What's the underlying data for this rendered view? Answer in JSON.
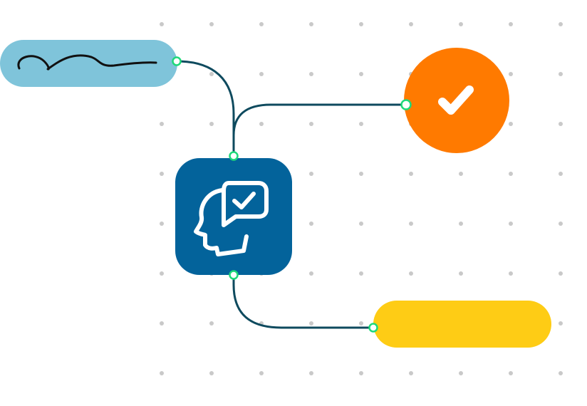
{
  "diagram": {
    "nodes": [
      {
        "id": "signature",
        "shape": "pill",
        "color": "#7FC4DA",
        "content": "handwritten-squiggle"
      },
      {
        "id": "check-circle",
        "shape": "circle",
        "color": "#FF7A00",
        "icon": "checkmark-icon"
      },
      {
        "id": "center",
        "shape": "rounded-square",
        "color": "#03639B",
        "icon": "head-speech-check-icon"
      },
      {
        "id": "placeholder-pill",
        "shape": "pill",
        "color": "#FECC15"
      }
    ],
    "edges": [
      {
        "from": "center",
        "to": "signature"
      },
      {
        "from": "center",
        "to": "check-circle"
      },
      {
        "from": "center",
        "to": "placeholder-pill"
      }
    ],
    "colors": {
      "connector": "#0E4A5E",
      "port_stroke": "#1ED97A",
      "port_fill": "#FFFFFF",
      "grid_dot": "#C9C9C9",
      "icon": "#FFFFFF",
      "squiggle": "#111111"
    },
    "background": "dot-grid"
  }
}
